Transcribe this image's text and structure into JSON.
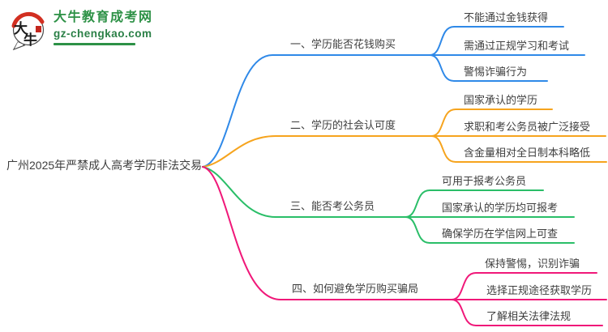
{
  "site": {
    "logo_badge": "大牛",
    "logo_title": "大牛教育成考网",
    "logo_domain": "gz-chengkao.com",
    "brand_green": "#2d9146",
    "logo_red": "#d22f21"
  },
  "mindmap": {
    "root": "广州2025年严禁成人高考学历非法交易",
    "text_color": "#3e3e3e",
    "branches": [
      {
        "label": "一、学历能否花钱购买",
        "color": "#2f89e8",
        "children": [
          "不能通过金钱获得",
          "需通过正规学习和考试",
          "警惕诈骗行为"
        ]
      },
      {
        "label": "二、学历的社会认可度",
        "color": "#f6a41e",
        "children": [
          "国家承认的学历",
          "求职和考公务员被广泛接受",
          "含金量相对全日制本科略低"
        ]
      },
      {
        "label": "三、能否考公务员",
        "color": "#2abe68",
        "children": [
          "可用于报考公务员",
          "国家承认的学历均可报考",
          "确保学历在学信网上可查"
        ]
      },
      {
        "label": "四、如何避免学历购买骗局",
        "color": "#f01879",
        "children": [
          "保持警惕，识别诈骗",
          "选择正规途径获取学历",
          "了解相关法律法规"
        ]
      }
    ]
  }
}
